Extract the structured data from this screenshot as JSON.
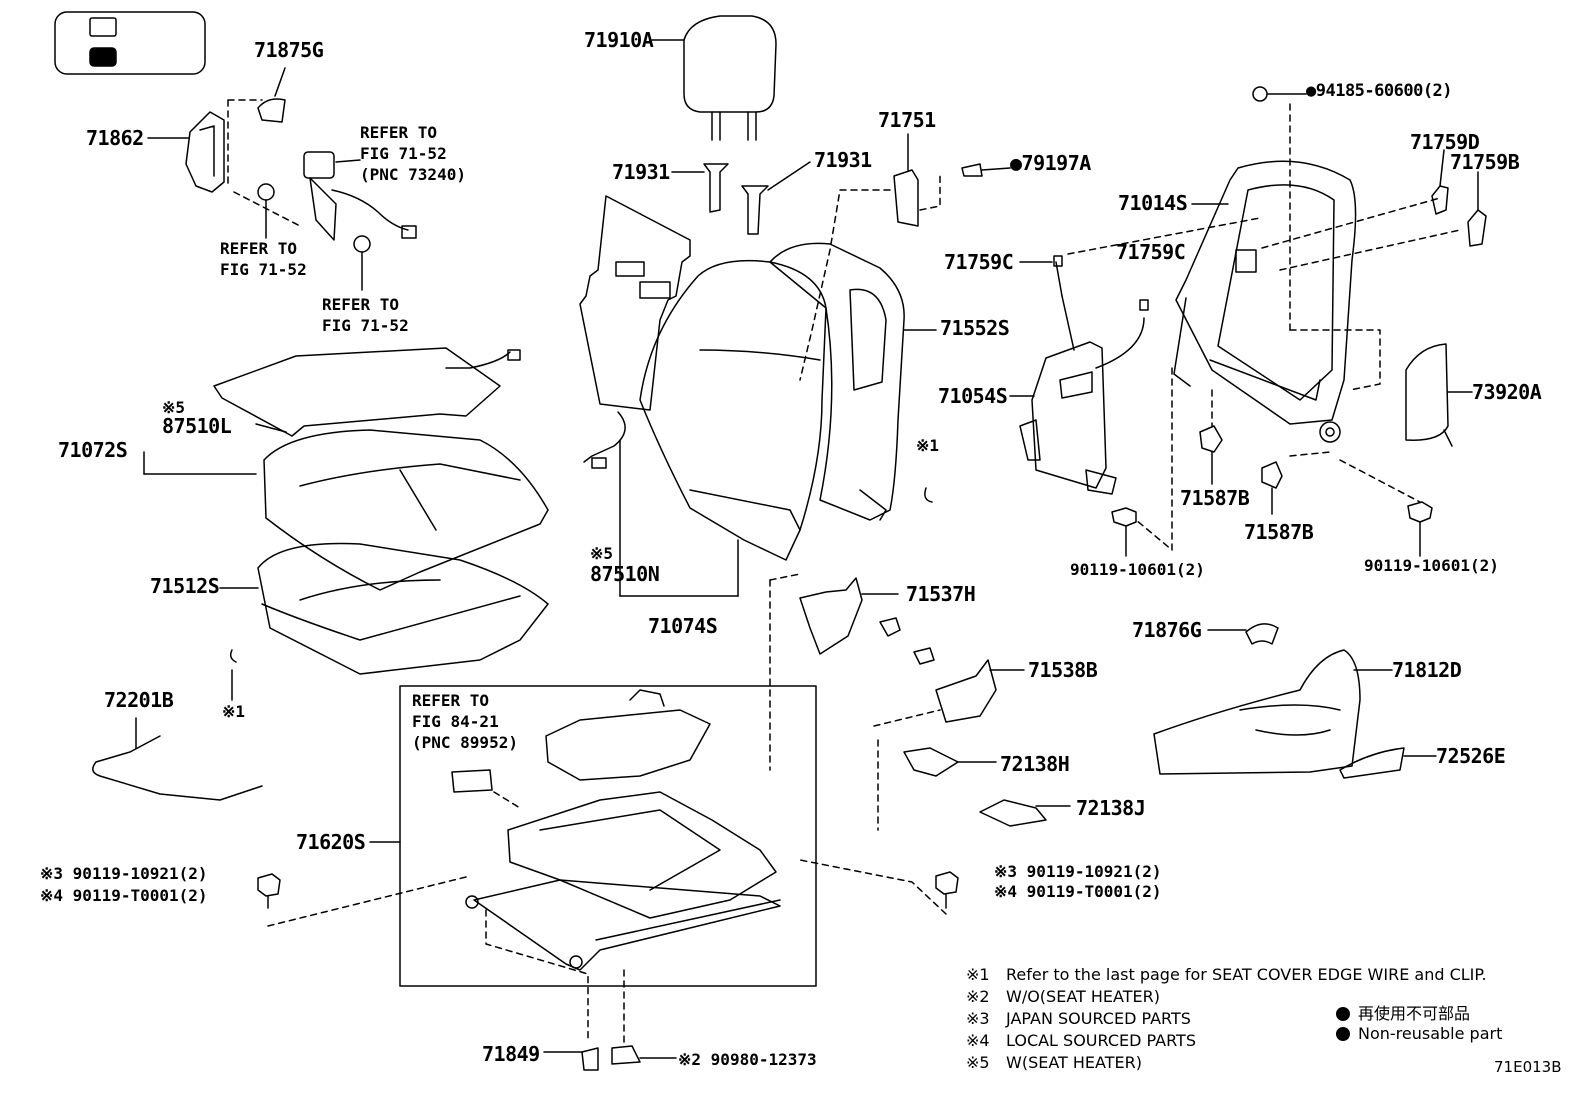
{
  "legend_box": {
    "icons": [
      "outline-rect-icon",
      "filled-rect-icon"
    ]
  },
  "parts": {
    "p71875G": "71875G",
    "p71862": "71862",
    "p71910A": "71910A",
    "p71931a": "71931",
    "p71931b": "71931",
    "p71751": "71751",
    "p79197A": "●79197A",
    "p94185": "●94185-60600(2)",
    "p71759D": "71759D",
    "p71759B": "71759B",
    "p71014S": "71014S",
    "p71759C_a": "71759C",
    "p71759C_b": "71759C",
    "p71552S": "71552S",
    "p71054S": "71054S",
    "p73920A": "73920A",
    "p71072S": "71072S",
    "p87510L": "87510L",
    "p87510N": "87510N",
    "p71512S": "71512S",
    "p71074S": "71074S",
    "p71537H": "71537H",
    "p71587B_a": "71587B",
    "p71587B_b": "71587B",
    "p90119_10601_a": "90119-10601(2)",
    "p90119_10601_b": "90119-10601(2)",
    "p71876G": "71876G",
    "p71812D": "71812D",
    "p71538B": "71538B",
    "p72526E": "72526E",
    "p72201B": "72201B",
    "p72138H": "72138H",
    "p72138J": "72138J",
    "p71620S": "71620S",
    "p71849": "71849",
    "p90980": "※2 90980-12373"
  },
  "marks": {
    "x5a": "※5",
    "x5b": "※5",
    "x1a": "※1",
    "x1b": "※1"
  },
  "refs": {
    "belt": "REFER TO\nFIG 71-52\n(PNC 73240)",
    "belt2": "REFER TO\nFIG 71-52",
    "belt3": "REFER TO\nFIG 71-52",
    "frame": "REFER TO\nFIG 84-21\n(PNC 89952)"
  },
  "bolts_left": {
    "line1": "※3 90119-10921(2)",
    "line2": "※4 90119-T0001(2)"
  },
  "bolts_right": {
    "line1": "※3 90119-10921(2)",
    "line2": "※4 90119-T0001(2)"
  },
  "notes": [
    {
      "mark": "※1",
      "text": "Refer to the last page for SEAT COVER EDGE WIRE and CLIP."
    },
    {
      "mark": "※2",
      "text": "W/O(SEAT HEATER)"
    },
    {
      "mark": "※3",
      "text": "JAPAN SOURCED PARTS"
    },
    {
      "mark": "※4",
      "text": "LOCAL SOURCED PARTS"
    },
    {
      "mark": "※5",
      "text": "W(SEAT HEATER)"
    }
  ],
  "legend": {
    "jp": "再使用不可部品",
    "en": "Non-reusable part"
  },
  "figure_code": "71E013B"
}
